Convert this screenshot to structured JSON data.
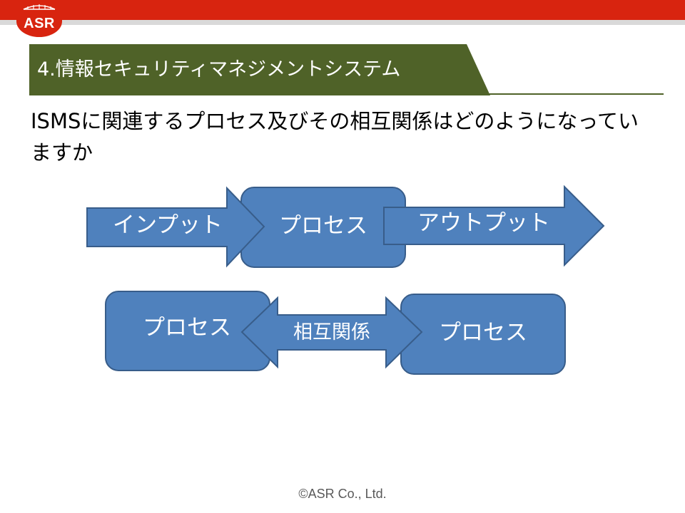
{
  "brand": {
    "logo_text": "ASR",
    "primary_color": "#d8240f",
    "accent_color": "#4f6228",
    "shape_fill": "#4f81bd",
    "shape_stroke": "#385d8a"
  },
  "slide": {
    "title": "4.情報セキュリティマネジメントシステム",
    "question": "ISMSに関連するプロセス及びその相互関係はどのようになっていますか",
    "footer": "©ASR Co., Ltd."
  },
  "diagram": {
    "row1": {
      "input_label": "インプット",
      "process_label": "プロセス",
      "output_label": "アウトプット"
    },
    "row2": {
      "left_process_label": "プロセス",
      "relation_label": "相互関係",
      "right_process_label": "プロセス"
    }
  }
}
